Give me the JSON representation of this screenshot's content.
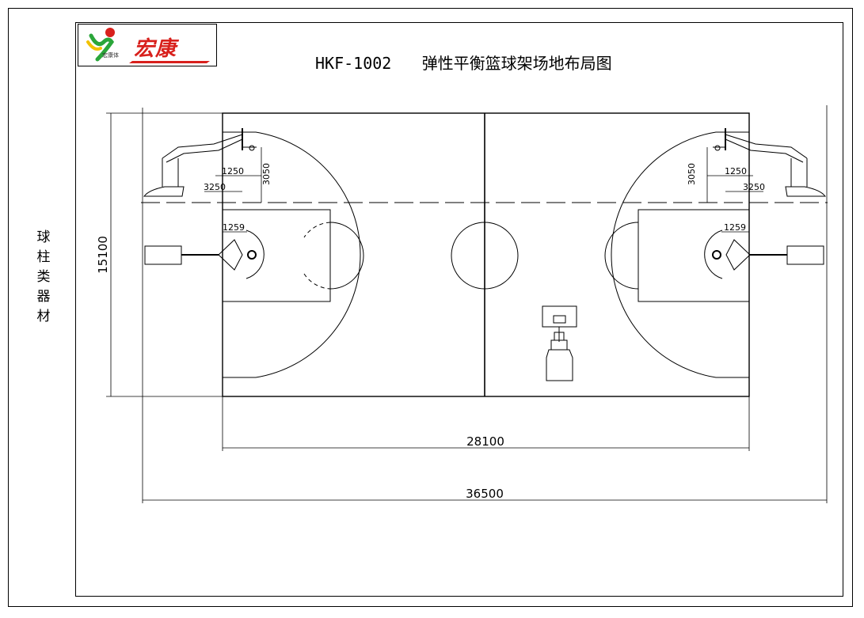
{
  "logo": {
    "brand_text": "宏康",
    "small_text": "宏康体"
  },
  "title": {
    "model_code": "HKF-1002",
    "name": "弹性平衡篮球架场地布局图"
  },
  "side_label": [
    "球",
    "柱",
    "类",
    "器",
    "材"
  ],
  "dimensions": {
    "court_length": "28100",
    "total_length": "36500",
    "court_width": "15100",
    "overhang_left": "1250",
    "overhang_right": "1250",
    "base_left": "3250",
    "base_right": "3250",
    "rim_height_left": "3050",
    "rim_height_right": "3050",
    "arm_left": "1259",
    "arm_right": "1259"
  },
  "colors": {
    "line": "#000000",
    "brand_red": "#d8201c",
    "brand_green": "#2aa63a",
    "brand_yellow": "#f2c200"
  }
}
